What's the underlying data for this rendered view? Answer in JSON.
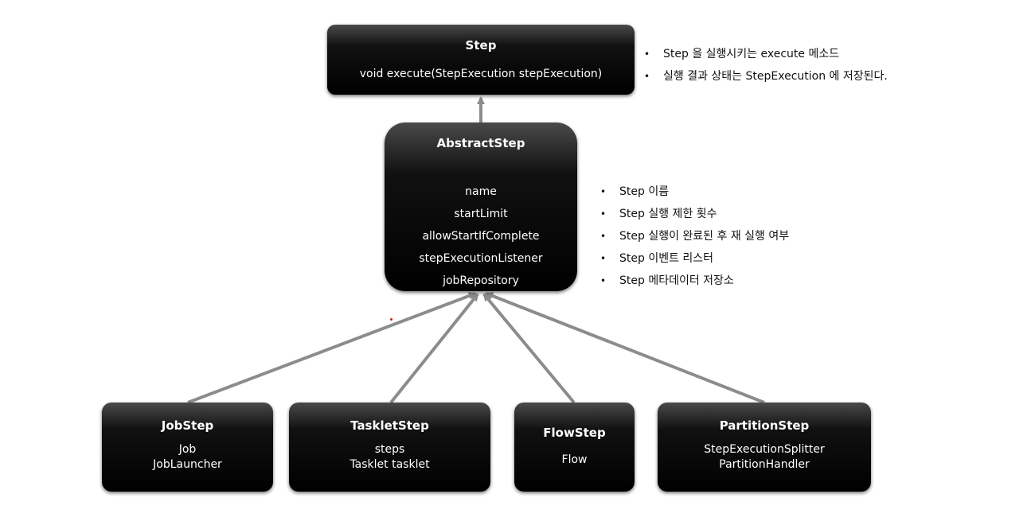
{
  "diagram": {
    "step": {
      "title": "Step",
      "fields": [
        "void execute(StepExecution stepExecution)"
      ],
      "notes": [
        "Step 을 실행시키는 execute 메소드",
        "실행 결과 상태는 StepExecution 에 저장된다."
      ]
    },
    "abstract_step": {
      "title": "AbstractStep",
      "fields": [
        "name",
        "startLimit",
        "allowStartIfComplete",
        "stepExecutionListener",
        "jobRepository"
      ],
      "notes": [
        "Step 이름",
        "Step 실행 제한 횟수",
        "Step 실행이 완료된 후 재 실행 여부",
        "Step 이벤트 리스터",
        "Step 메타데이터 저장소"
      ]
    },
    "children": [
      {
        "title": "JobStep",
        "fields": [
          "Job",
          "JobLauncher"
        ]
      },
      {
        "title": "TaskletStep",
        "fields": [
          "steps",
          "Tasklet tasklet"
        ]
      },
      {
        "title": "FlowStep",
        "fields": [
          "Flow"
        ]
      },
      {
        "title": "PartitionStep",
        "fields": [
          "StepExecutionSplitter",
          "PartitionHandler"
        ]
      }
    ],
    "colors": {
      "box_fill": "#000000",
      "box_text": "#ffffff",
      "connector": "#8c8c8c",
      "note_text": "#111111"
    }
  }
}
